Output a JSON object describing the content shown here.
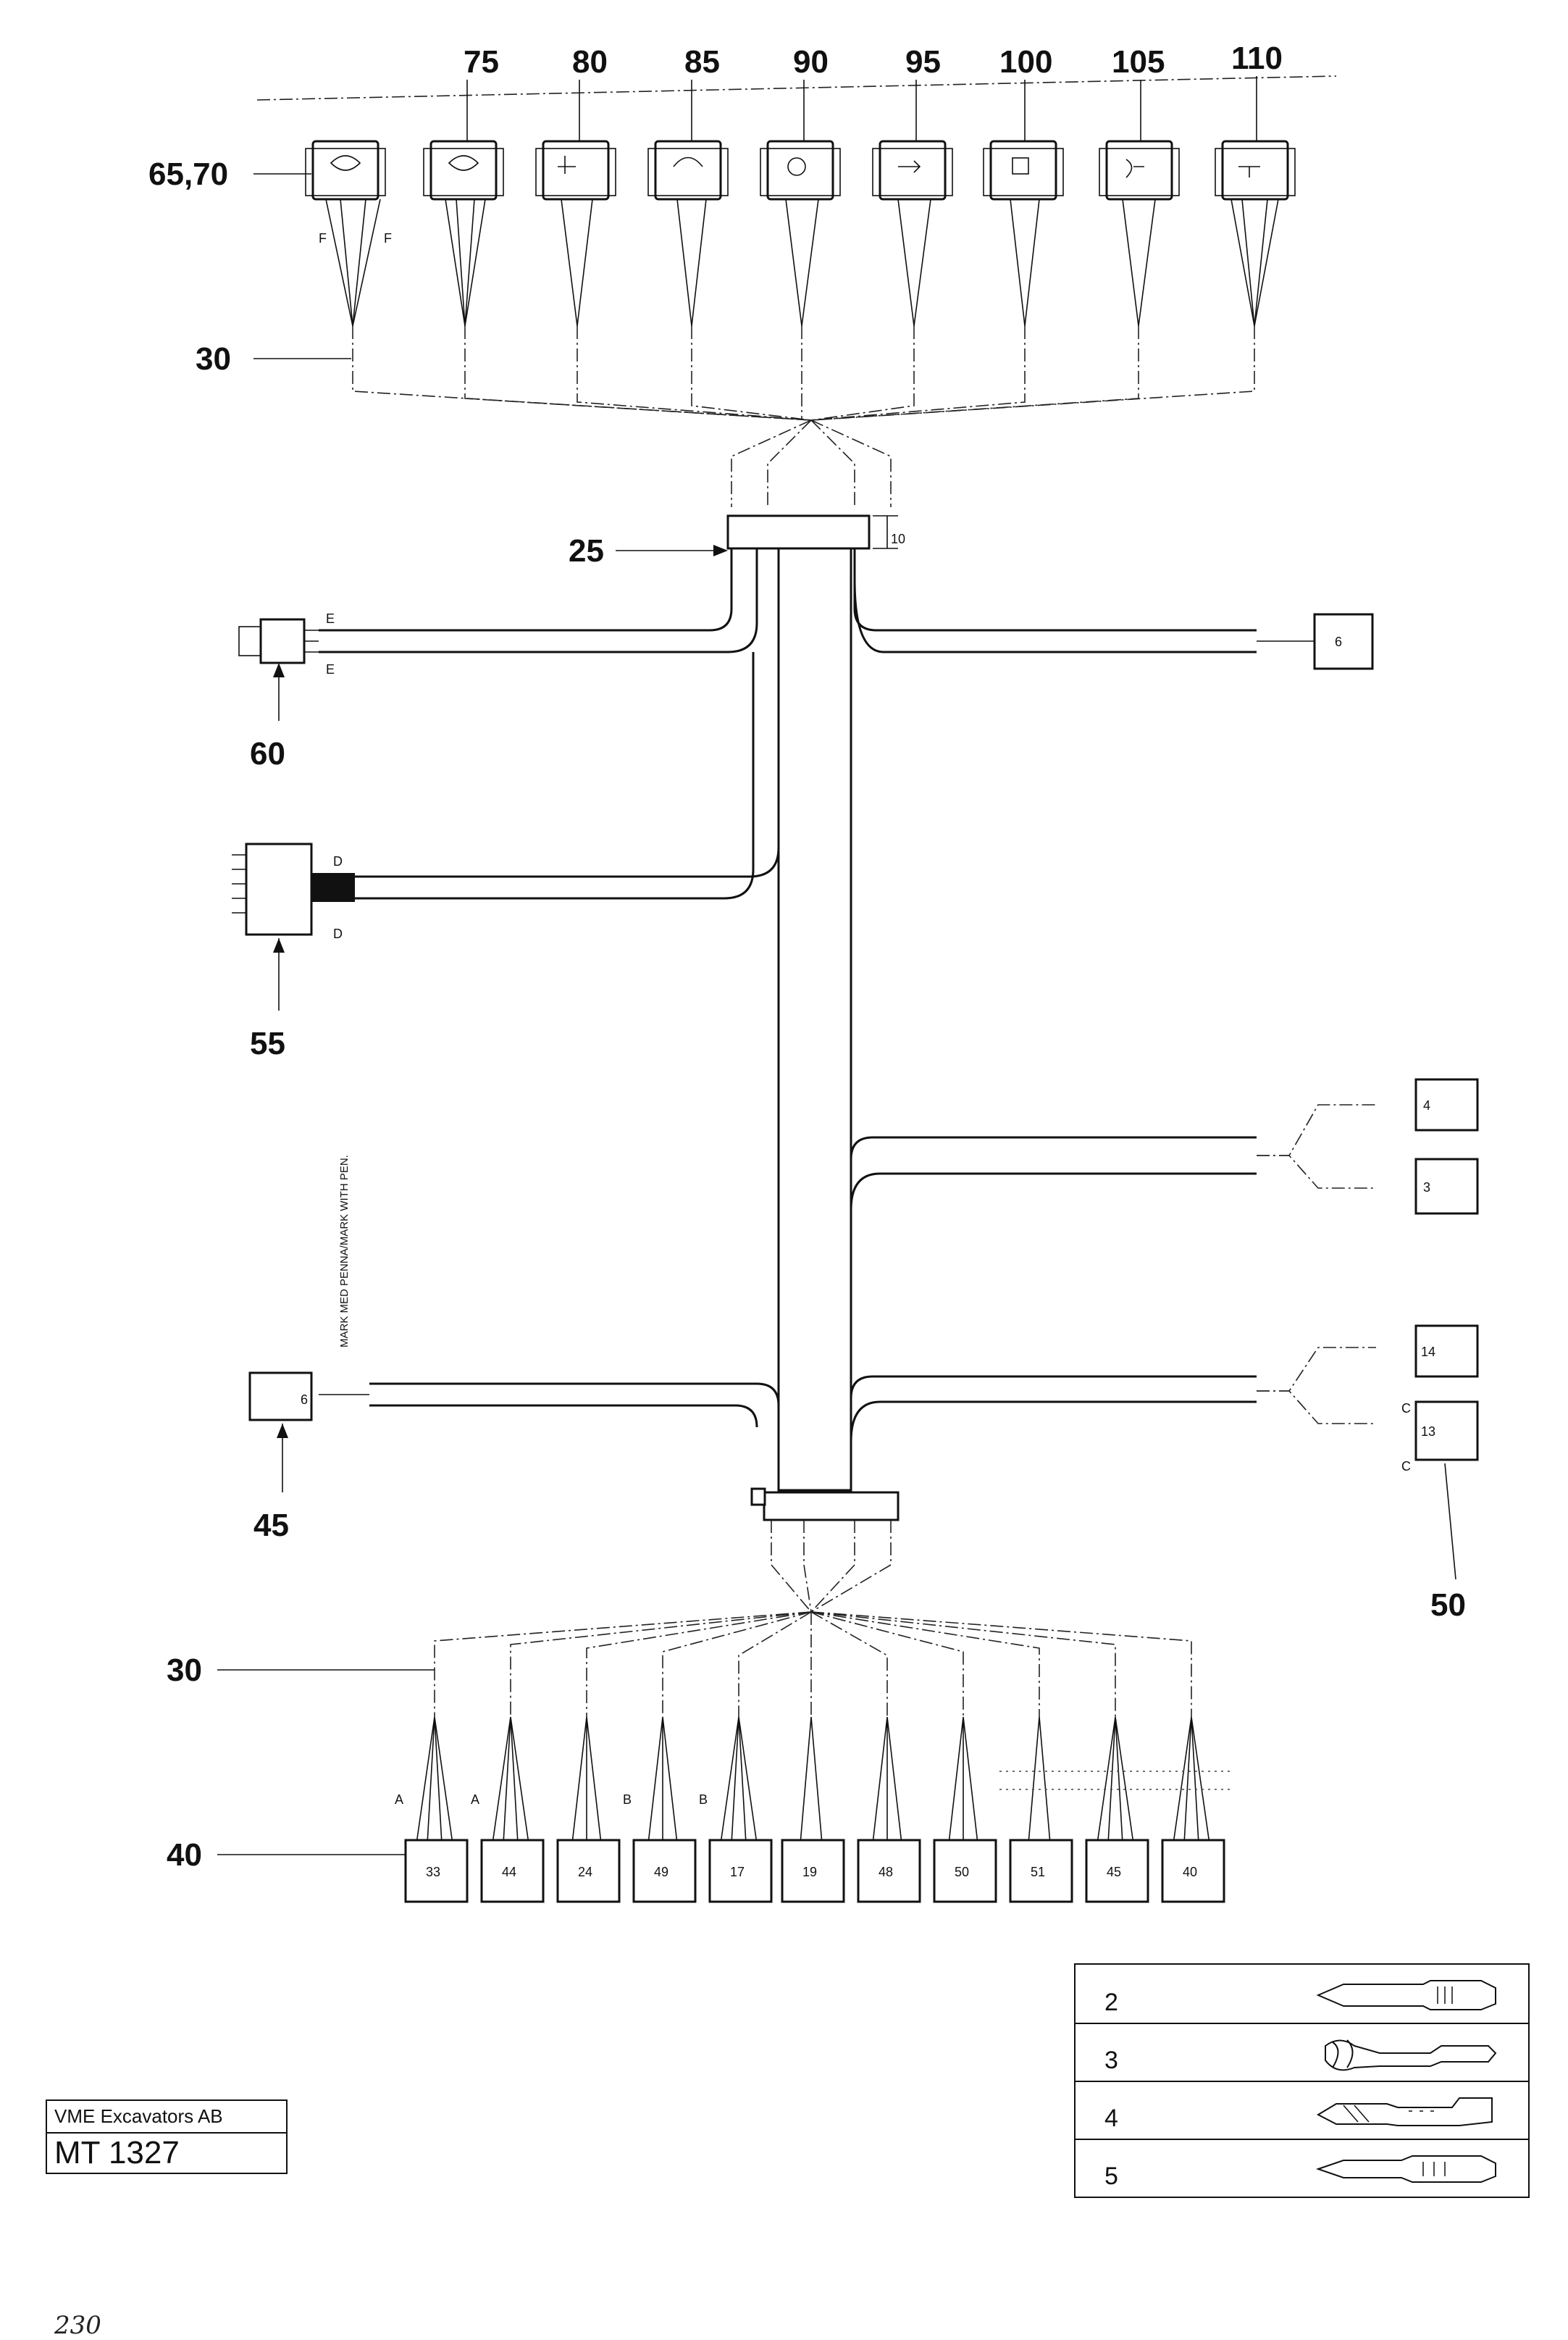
{
  "callouts": {
    "top": [
      "75",
      "80",
      "85",
      "90",
      "95",
      "100",
      "105",
      "110"
    ],
    "left_top": "65,70",
    "wires_top": "30",
    "clamp": "25",
    "conn_60": "60",
    "conn_55": "55",
    "conn_45": "45",
    "conn_50": "50",
    "wires_bottom": "30",
    "conn_40": "40"
  },
  "dims": {
    "clamp_dim": "10",
    "e": "E",
    "d": "D",
    "f": "F",
    "a": "A",
    "b": "B",
    "c": "C"
  },
  "note_vertical": "MARK MED PENNA/MARK WITH PEN.",
  "right_connectors_upper": [
    "4",
    "3"
  ],
  "right_connectors_lower": [
    "14",
    "13"
  ],
  "right_connector_top": "6",
  "left_connector_45": "6",
  "bottom_connectors": [
    "33",
    "44",
    "24",
    "49",
    "17",
    "19",
    "48",
    "50",
    "51",
    "45",
    "40"
  ],
  "title_block": {
    "company": "VME Excavators AB",
    "code": "MT 1327"
  },
  "terminal_table": {
    "rows": [
      {
        "num": "2",
        "icon": "terminal-straight-icon"
      },
      {
        "num": "3",
        "icon": "terminal-crimp-open-icon"
      },
      {
        "num": "4",
        "icon": "terminal-crimp-closed-icon"
      },
      {
        "num": "5",
        "icon": "terminal-outline-icon"
      }
    ]
  },
  "handwritten": "230"
}
